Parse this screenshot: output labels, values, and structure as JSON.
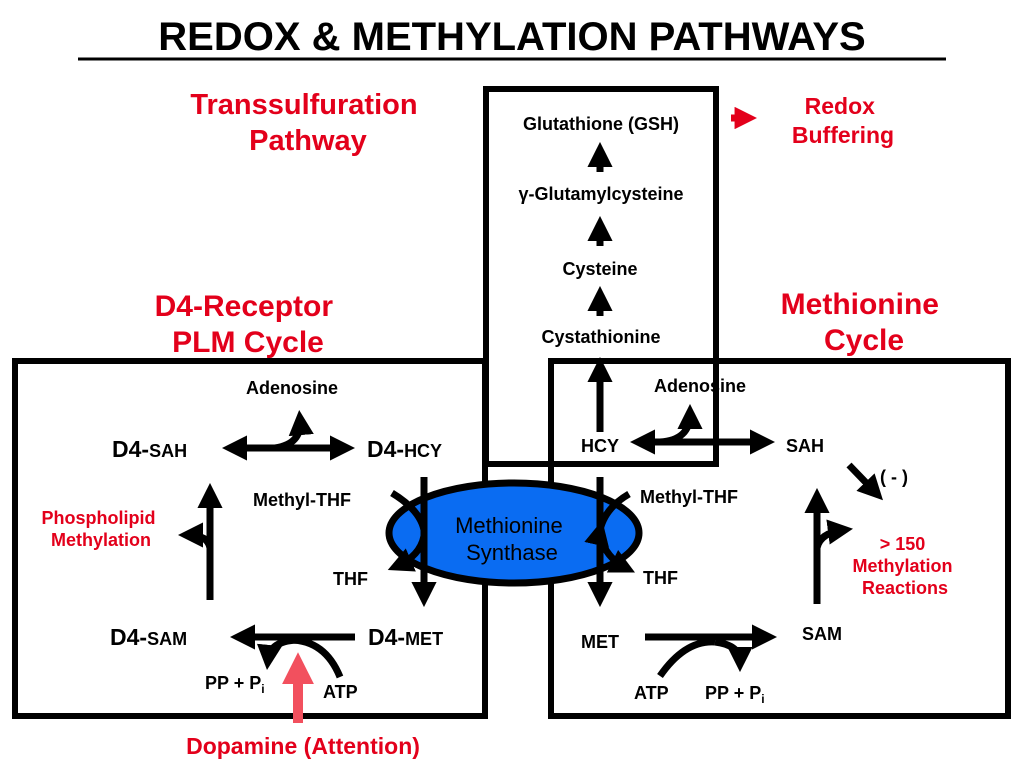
{
  "title": "REDOX & METHYLATION PATHWAYS",
  "colors": {
    "red": "#e3001b",
    "pink": "#f2505e",
    "ellipse": "#0a6cf2",
    "ink": "#000000"
  },
  "headings": {
    "transsulfuration": [
      "Transsulfuration",
      "Pathway"
    ],
    "d4_cycle": [
      "D4-Receptor",
      "PLM Cycle"
    ],
    "methionine_cycle": [
      "Methionine",
      "Cycle"
    ],
    "redox_buffering": [
      "Redox",
      "Buffering"
    ]
  },
  "transsulfuration": {
    "gsh": "Glutathione (GSH)",
    "glutamylcysteine": "γ-Glutamylcysteine",
    "cysteine": "Cysteine",
    "cystathionine": "Cystathionine"
  },
  "d4": {
    "adenosine": "Adenosine",
    "sah_prefix": "D4-",
    "sah_suffix": "SAH",
    "hcy_prefix": "D4-",
    "hcy_suffix": "HCY",
    "sam_prefix": "D4-",
    "sam_suffix": "SAM",
    "met_prefix": "D4-",
    "met_suffix": "MET",
    "methyl_thf": "Methyl-THF",
    "thf": "THF",
    "phospholipid": [
      "Phospholipid",
      "Methylation"
    ],
    "pp": "PP  + P",
    "pi_sub": "i",
    "atp": "ATP",
    "dopamine": "Dopamine (Attention)"
  },
  "enzyme": [
    "Methionine",
    "Synthase"
  ],
  "met_cycle": {
    "adenosine": "Adenosine",
    "hcy": "HCY",
    "sah": "SAH",
    "methyl_thf": "Methyl-THF",
    "thf": "THF",
    "met": "MET",
    "sam": "SAM",
    "inhibit": "( - )",
    "reactions": [
      "> 150",
      "Methylation",
      "Reactions"
    ],
    "atp": "ATP",
    "pp": "PP  + P",
    "pi_sub": "i"
  }
}
